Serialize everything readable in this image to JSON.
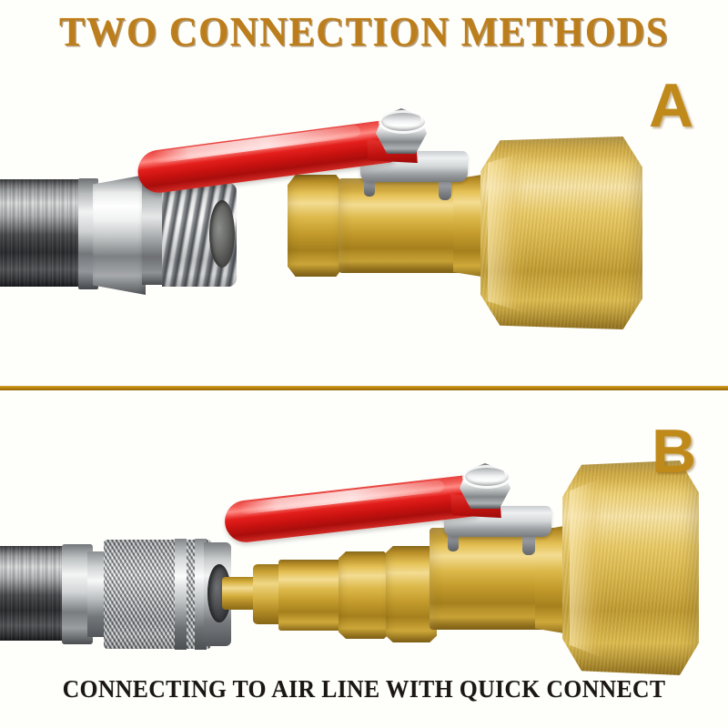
{
  "page": {
    "title": "TWO CONNECTION METHODS",
    "background_color": "#fefefb",
    "accent_color": "#bc7d1c"
  },
  "divider": {
    "color": "#c18a14"
  },
  "panels": [
    {
      "id": "a",
      "letter": "A",
      "letter_color": "#c08a1a",
      "caption": "",
      "parts": [
        {
          "name": "braided-steel-hose",
          "material": "stainless-braid",
          "color": "#4a4b4e"
        },
        {
          "name": "hose-ferrule-collar",
          "material": "chrome",
          "color": "#d2d5d6"
        },
        {
          "name": "chrome-hex-nut",
          "material": "chrome",
          "color": "#e9ebeb"
        },
        {
          "name": "male-threaded-nipple",
          "material": "chrome",
          "color": "#b0b3b5"
        },
        {
          "name": "thread-bore",
          "material": "steel",
          "color": "#4a4b48"
        },
        {
          "name": "ball-valve-left-hex",
          "material": "brass",
          "color": "#ddb94b"
        },
        {
          "name": "ball-valve-body",
          "material": "brass",
          "color": "#e5c257"
        },
        {
          "name": "valve-stem-bracket",
          "material": "zinc-plated-steel",
          "color": "#d6d9da"
        },
        {
          "name": "valve-stem-nut",
          "material": "chrome",
          "color": "#f0f1f2"
        },
        {
          "name": "red-lever-handle",
          "material": "vinyl-coated-steel",
          "color": "#e41f1c"
        },
        {
          "name": "large-brass-hex-nut",
          "material": "brass",
          "color": "#e7c862"
        }
      ],
      "valve_body_mark": " "
    },
    {
      "id": "b",
      "letter": "B",
      "letter_color": "#c08a1a",
      "caption": "CONNECTING TO AIR LINE WITH QUICK CONNECT",
      "parts": [
        {
          "name": "braided-steel-hose",
          "material": "stainless-braid",
          "color": "#4a4b4e"
        },
        {
          "name": "quick-connect-coupler-collar",
          "material": "chrome",
          "color": "#d2d5d6"
        },
        {
          "name": "knurled-coupler-sleeve",
          "material": "steel",
          "color": "#adb0b2"
        },
        {
          "name": "coupler-band",
          "material": "chrome",
          "color": "#fbfcfc"
        },
        {
          "name": "coupler-socket-bore",
          "material": "steel",
          "color": "#303235"
        },
        {
          "name": "brass-quick-connect-plug",
          "material": "brass",
          "color": "#f2dc92"
        },
        {
          "name": "plug-hex-nut",
          "material": "brass",
          "color": "#ddb94b"
        },
        {
          "name": "ball-valve-body",
          "material": "brass",
          "color": "#e5c257"
        },
        {
          "name": "valve-stem-bracket",
          "material": "zinc-plated-steel",
          "color": "#d6d9da"
        },
        {
          "name": "valve-stem-nut",
          "material": "chrome",
          "color": "#f0f1f2"
        },
        {
          "name": "red-lever-handle",
          "material": "vinyl-coated-steel",
          "color": "#e41f1c"
        },
        {
          "name": "large-brass-hex-nut",
          "material": "brass",
          "color": "#e7c862"
        }
      ],
      "valve_body_mark": " "
    }
  ],
  "caption": "CONNECTING TO AIR LINE WITH QUICK CONNECT"
}
